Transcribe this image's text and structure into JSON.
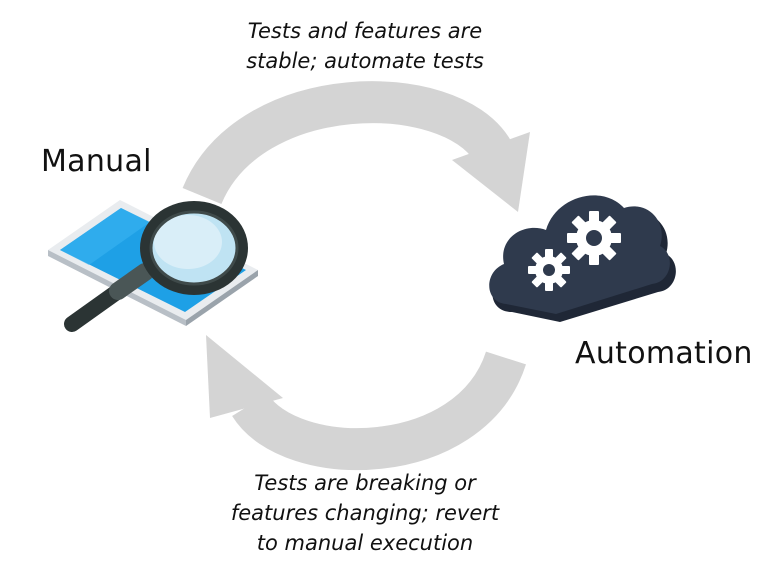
{
  "diagram": {
    "top_caption": {
      "line1": "Tests and features are",
      "line2": "stable; automate tests"
    },
    "bottom_caption": {
      "line1": "Tests are breaking or",
      "line2": "features changing; revert",
      "line3": "to manual execution"
    },
    "left_node": {
      "label": "Manual",
      "icon": "magnifying-glass-over-tablet"
    },
    "right_node": {
      "label": "Automation",
      "icon": "cloud-with-gears"
    },
    "colors": {
      "arrow": "#d4d4d4",
      "cloud": "#2f3a4d",
      "cloud_dark": "#1f2736",
      "gear": "#ffffff",
      "tablet_screen": "#1ea0e6",
      "magnifier": "#2b3434"
    }
  }
}
